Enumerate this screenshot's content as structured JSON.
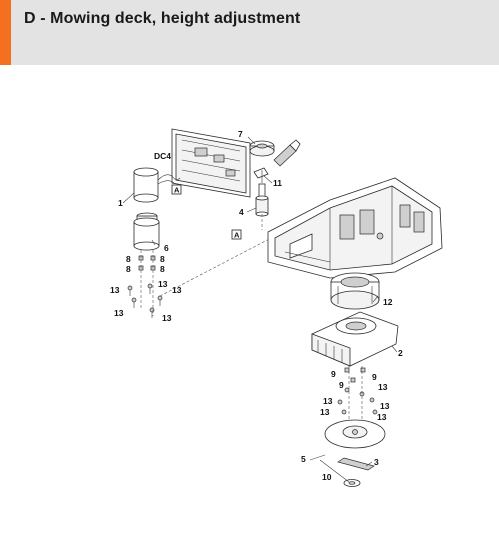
{
  "header": {
    "title": "D - Mowing deck, height adjustment",
    "accent_color": "#f37021",
    "background_color": "#e3e3e3"
  },
  "diagram": {
    "callouts": {
      "c1": "1",
      "c2": "2",
      "c3": "3",
      "c4": "4",
      "c5": "5",
      "c6": "6",
      "c7": "7",
      "c8a": "8",
      "c8b": "8",
      "c8c": "8",
      "c8d": "8",
      "c9a": "9",
      "c9b": "9",
      "c9c": "9",
      "c10": "10",
      "c11": "11",
      "c12": "12",
      "c13a": "13",
      "c13b": "13",
      "c13c": "13",
      "c13d": "13",
      "c13e": "13",
      "c13f": "13",
      "c13g": "13",
      "c13h": "13",
      "dc4": "DC4"
    },
    "reference_markers": {
      "ref1": "A",
      "ref2": "A"
    }
  }
}
